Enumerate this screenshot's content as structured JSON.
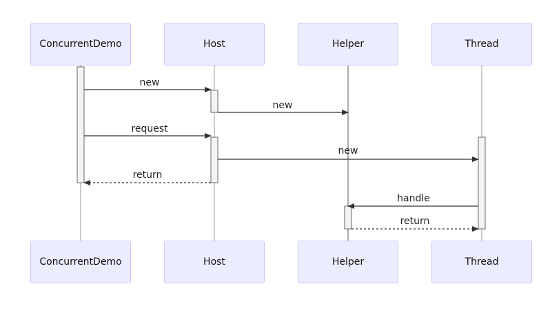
{
  "diagram": {
    "type": "sequence",
    "participants": [
      {
        "id": "cd",
        "label": "ConcurrentDemo"
      },
      {
        "id": "host",
        "label": "Host"
      },
      {
        "id": "helper",
        "label": "Helper"
      },
      {
        "id": "thread",
        "label": "Thread"
      }
    ],
    "messages": [
      {
        "from": "cd",
        "to": "host",
        "label": "new",
        "style": "solid"
      },
      {
        "from": "host",
        "to": "helper",
        "label": "new",
        "style": "solid"
      },
      {
        "from": "cd",
        "to": "host",
        "label": "request",
        "style": "solid"
      },
      {
        "from": "host",
        "to": "thread",
        "label": "new",
        "style": "solid"
      },
      {
        "from": "host",
        "to": "cd",
        "label": "return",
        "style": "dashed"
      },
      {
        "from": "thread",
        "to": "helper",
        "label": "handle",
        "style": "solid"
      },
      {
        "from": "helper",
        "to": "thread",
        "label": "return",
        "style": "dashed"
      }
    ],
    "colors": {
      "actor_fill": "#ececff",
      "actor_border": "#c9c9ff",
      "activation_fill": "#f4f4f4",
      "line": "#333333"
    }
  }
}
